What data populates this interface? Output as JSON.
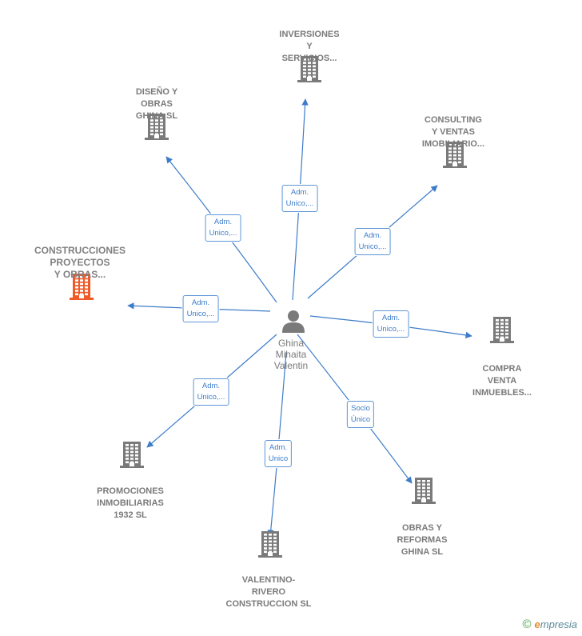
{
  "center": {
    "name": "Ghina\nMihaita\nValentin"
  },
  "nodes": [
    {
      "id": "inversiones",
      "label": "INVERSIONES\nY\nSERVICIOS...",
      "highlight": false
    },
    {
      "id": "diseno",
      "label": "DISEÑO Y\nOBRAS\nGHINA  SL",
      "highlight": false
    },
    {
      "id": "consulting",
      "label": "CONSULTING\nY VENTAS\nIMOBILIARIO...",
      "highlight": false
    },
    {
      "id": "construcciones",
      "label": "CONSTRUCCIONES\nPROYECTOS\nY OBRAS...",
      "highlight": true
    },
    {
      "id": "compra",
      "label": "COMPRA\nVENTA\nINMUEBLES...",
      "highlight": false
    },
    {
      "id": "promociones",
      "label": "PROMOCIONES\nINMOBILIARIAS\n1932  SL",
      "highlight": false
    },
    {
      "id": "obras",
      "label": "OBRAS Y\nREFORMAS\nGHINA  SL",
      "highlight": false
    },
    {
      "id": "valentino",
      "label": "VALENTINO-\nRIVERO\nCONSTRUCCION SL",
      "highlight": false
    }
  ],
  "edges": [
    {
      "to": "inversiones",
      "label": "Adm.\nUnico,..."
    },
    {
      "to": "diseno",
      "label": "Adm.\nUnico,..."
    },
    {
      "to": "consulting",
      "label": "Adm.\nUnico,..."
    },
    {
      "to": "construcciones",
      "label": "Adm.\nUnico,..."
    },
    {
      "to": "compra",
      "label": "Adm.\nUnico,..."
    },
    {
      "to": "promociones",
      "label": "Adm.\nUnico,..."
    },
    {
      "to": "obras",
      "label": "Socio\nÚnico"
    },
    {
      "to": "valentino",
      "label": "Adm.\nUnico"
    }
  ],
  "colors": {
    "edge": "#3d7cc9",
    "building": "#7a7a7a",
    "highlight": "#f05a28"
  },
  "footer": {
    "copyright": "©",
    "brand_e": "e",
    "brand_rest": "mpresia"
  }
}
